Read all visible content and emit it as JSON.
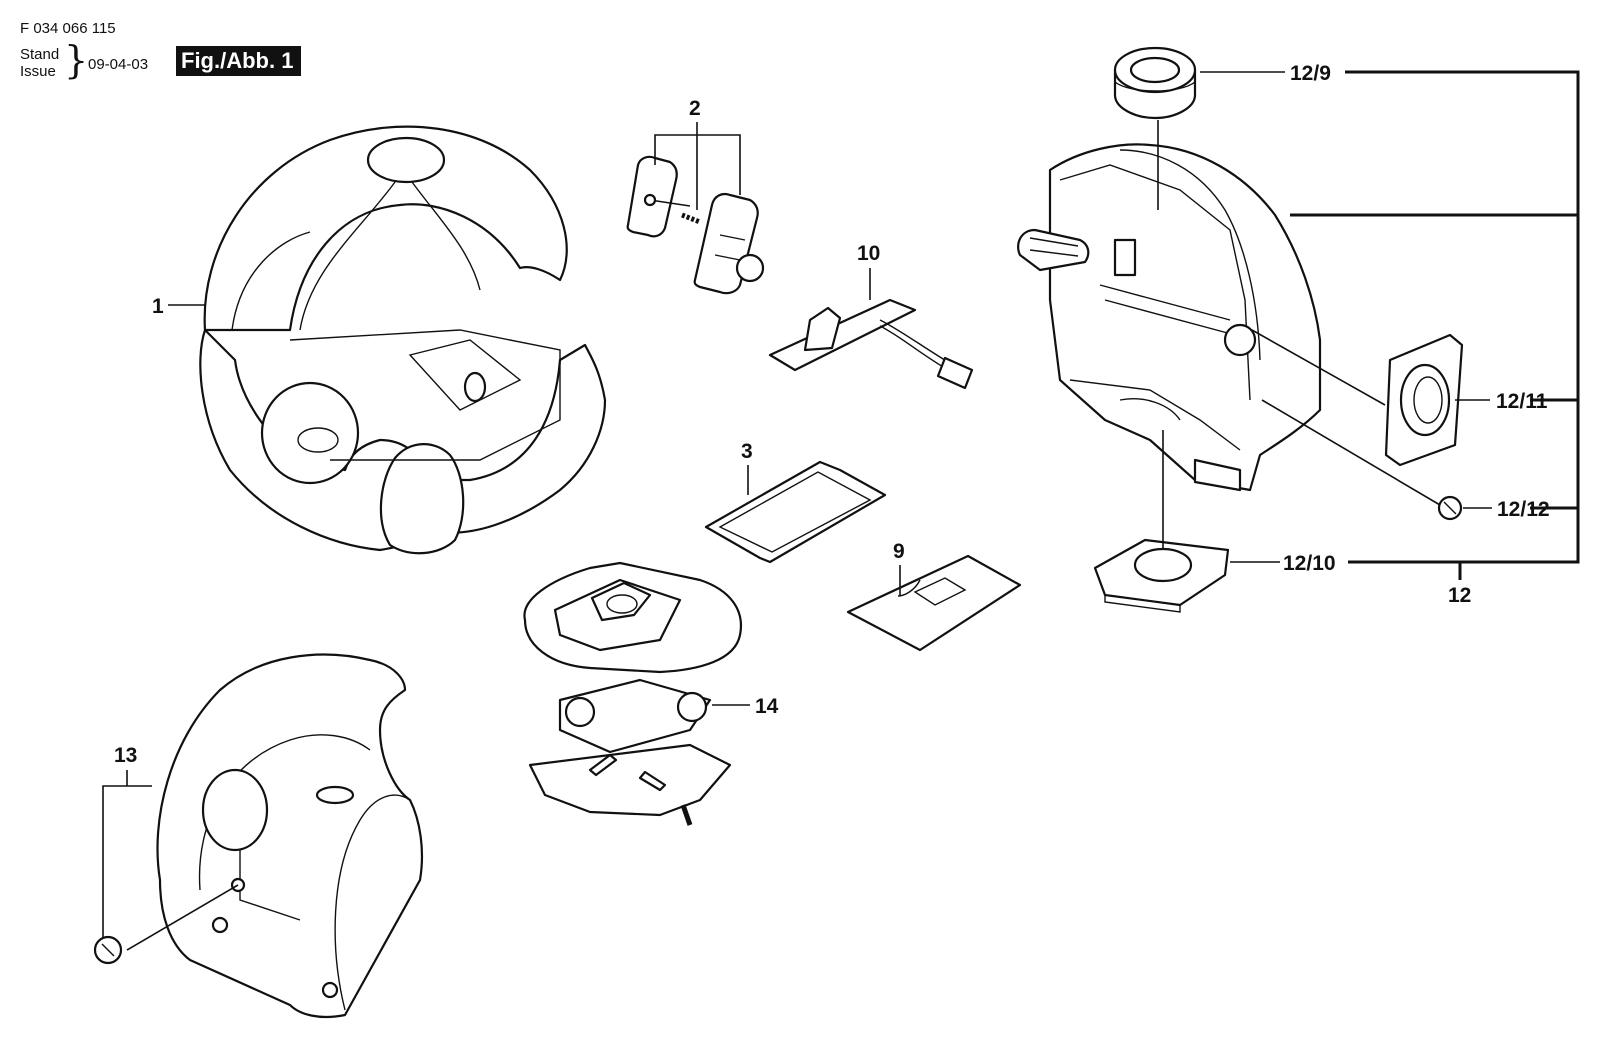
{
  "header": {
    "doc_number": "F 034 066 115",
    "stand_label": "Stand",
    "issue_label": "Issue",
    "date": "09-04-03",
    "figure_label": "Fig./Abb. 1"
  },
  "callouts": {
    "c1": "1",
    "c2": "2",
    "c3": "3",
    "c9": "9",
    "c10": "10",
    "c12": "12",
    "c12_9": "12/9",
    "c12_10": "12/10",
    "c12_11": "12/11",
    "c12_12": "12/12",
    "c13": "13",
    "c14": "14"
  }
}
